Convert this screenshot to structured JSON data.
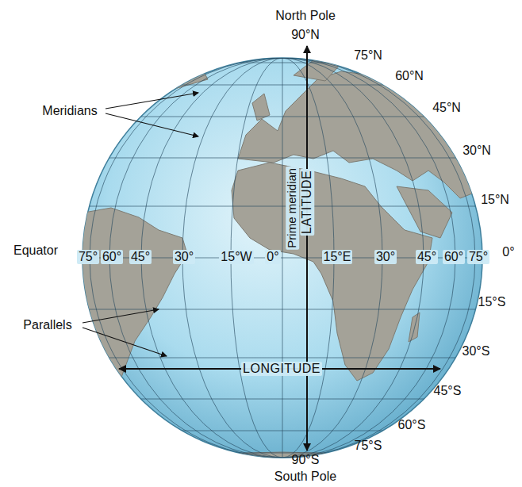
{
  "diagram": {
    "labels": [
      "North Pole",
      "90°N",
      "75°N",
      "60°N",
      "45°N",
      "30°N",
      "15°N",
      "0°",
      "15°S",
      "30°S",
      "45°S",
      "60°S",
      "75°S",
      "90°S",
      "South Pole",
      "Meridians",
      "Parallels",
      "Equator",
      "75°",
      "60°",
      "45°",
      "30°",
      "15°W",
      "0°",
      "15°E",
      "30°",
      "45°",
      "60°",
      "75°",
      "Prime meridian",
      "LATITUDE",
      "LONGITUDE"
    ]
  }
}
